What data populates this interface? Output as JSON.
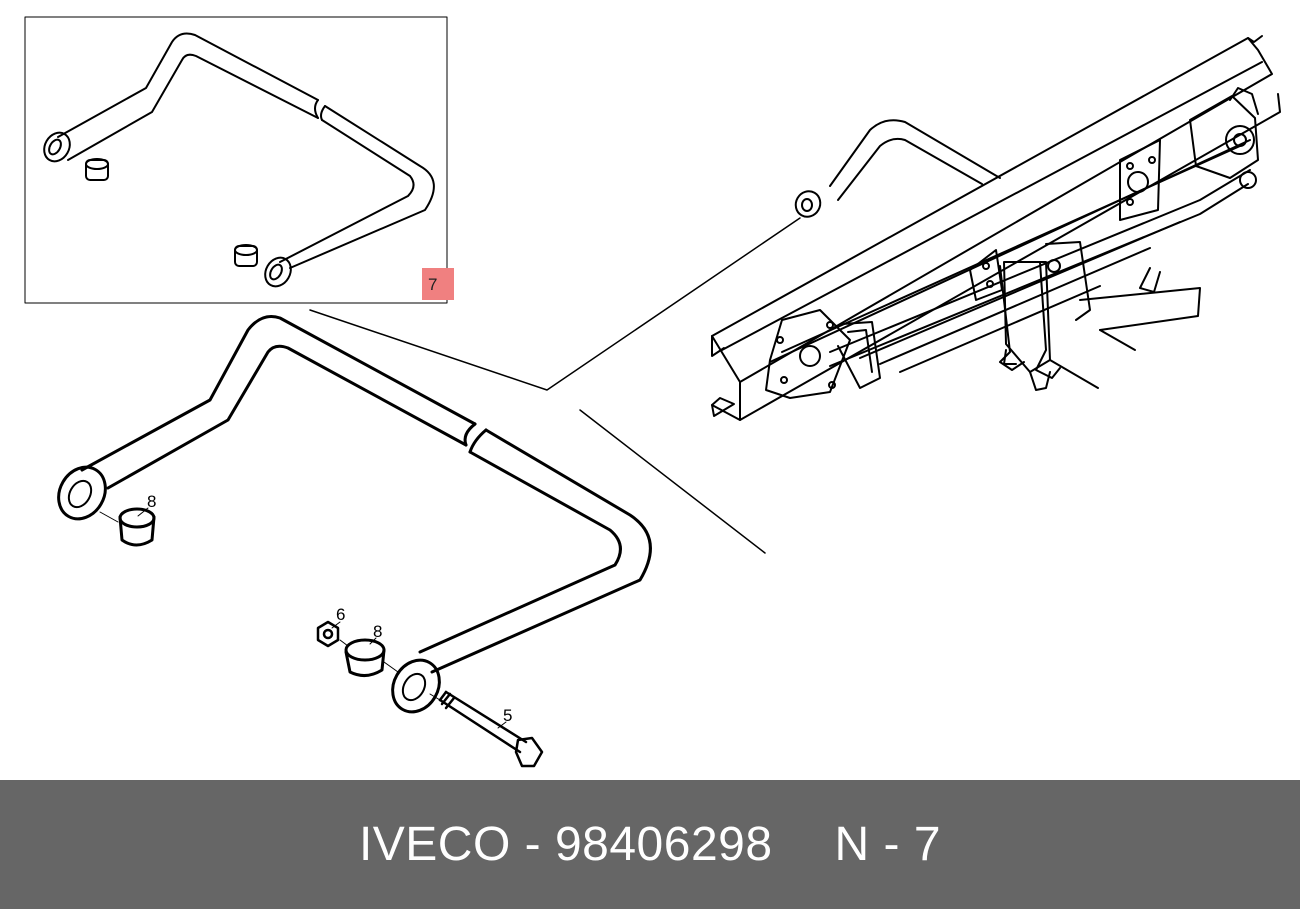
{
  "diagram": {
    "callouts": {
      "bolt": "5",
      "nut": "6",
      "bushing_left": "8",
      "bushing_right": "8",
      "detail_number": "7"
    },
    "colors": {
      "line": "#000000",
      "highlight": "#f08080",
      "footer_background": "#666666",
      "footer_text": "#ffffff"
    }
  },
  "footer": {
    "part_reference": "IVECO - 98406298",
    "position_reference": "N - 7"
  }
}
